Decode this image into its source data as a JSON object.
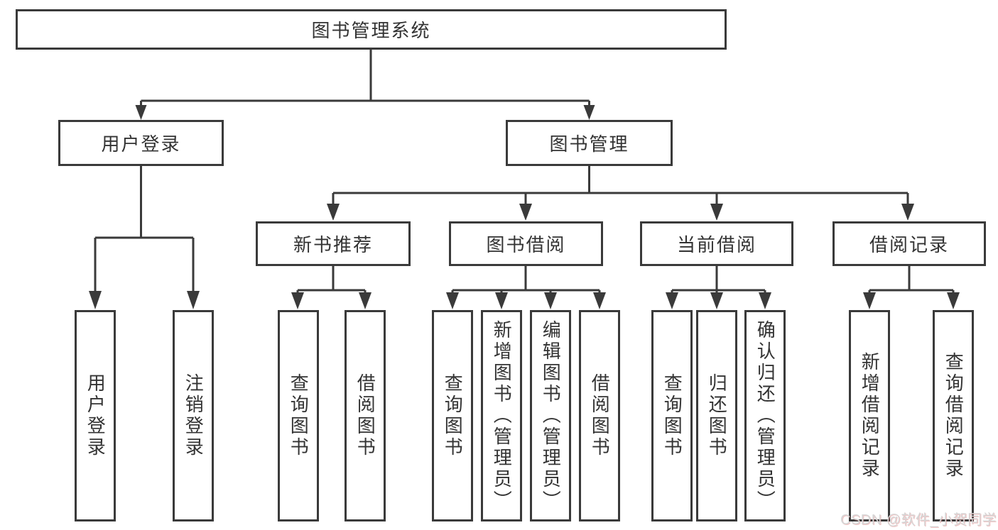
{
  "tree": {
    "root": "图书管理系统",
    "level1": [
      "用户登录",
      "图书管理"
    ],
    "level2": [
      "新书推荐",
      "图书借阅",
      "当前借阅",
      "借阅记录"
    ],
    "leaves": {
      "login": [
        "用户登录",
        "注销登录"
      ],
      "recommend": [
        "查询图书",
        "借阅图书"
      ],
      "borrow": [
        "查询图书",
        "新增图书（管理员）",
        "编辑图书（管理员）",
        "借阅图书"
      ],
      "current": [
        "查询图书",
        "归还图书",
        "确认归还（管理员）"
      ],
      "records": [
        "新增借阅记录",
        "查询借阅记录"
      ]
    }
  },
  "watermark": {
    "text": "CSDN @软件_小贺同学"
  },
  "colors": {
    "line": "#3a3a3a",
    "text": "#333333",
    "background": "#ffffff",
    "watermark": "#d6d6d6",
    "watermark_accent": "#e07a7a"
  }
}
